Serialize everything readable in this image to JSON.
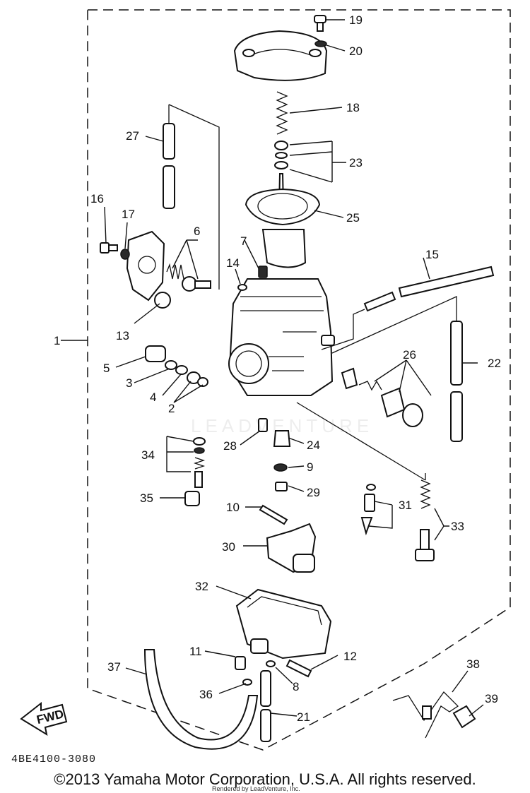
{
  "diagram": {
    "part_numbers": [
      "1",
      "2",
      "3",
      "4",
      "5",
      "6",
      "7",
      "8",
      "9",
      "10",
      "11",
      "12",
      "13",
      "14",
      "15",
      "16",
      "17",
      "18",
      "19",
      "20",
      "21",
      "22",
      "23",
      "24",
      "25",
      "26",
      "27",
      "28",
      "29",
      "30",
      "31",
      "32",
      "33",
      "34",
      "35",
      "36",
      "37",
      "38",
      "39"
    ],
    "drawing_code": "4BE4100-3080",
    "fwd_label": "FWD",
    "watermark": "LEADVENTURE"
  },
  "footer": {
    "copyright": "©2013 Yamaha Motor Corporation, U.S.A. All rights reserved.",
    "rendered_by": "Rendered by LeadVenture, Inc."
  }
}
